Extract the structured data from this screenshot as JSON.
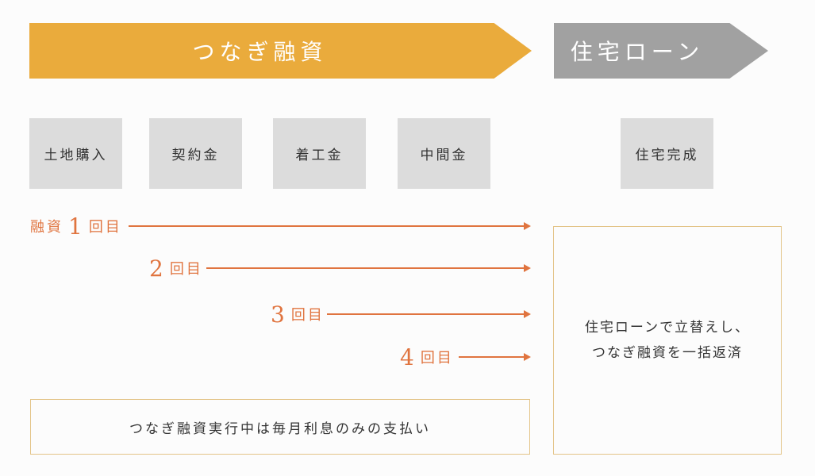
{
  "banners": {
    "bridge_loan": "つなぎ融資",
    "housing_loan": "住宅ローン"
  },
  "steps": [
    "土地購入",
    "契約金",
    "着工金",
    "中間金"
  ],
  "completion": "住宅完成",
  "disbursements": [
    {
      "prefix": "融資",
      "number": "1",
      "suffix": "回目"
    },
    {
      "prefix": "",
      "number": "2",
      "suffix": "回目"
    },
    {
      "prefix": "",
      "number": "3",
      "suffix": "回目"
    },
    {
      "prefix": "",
      "number": "4",
      "suffix": "回目"
    }
  ],
  "note": "つなぎ融資実行中は毎月利息のみの支払い",
  "repayment": {
    "line1": "住宅ローンで立替えし、",
    "line2": "つなぎ融資を一括返済"
  },
  "colors": {
    "orange_banner": "#eaab3c",
    "gray_banner": "#a1a1a1",
    "accent": "#e0743f",
    "box_border": "#e3c488",
    "step_fill": "#dcdcdc"
  }
}
